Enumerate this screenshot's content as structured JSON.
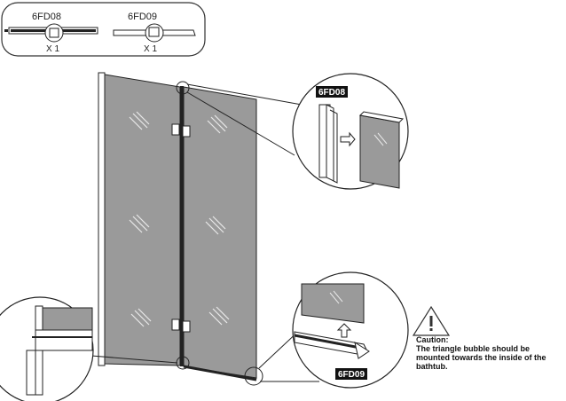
{
  "parts": [
    {
      "code": "6FD08",
      "qty": "X 1"
    },
    {
      "code": "6FD09",
      "qty": "X 1"
    }
  ],
  "callouts": {
    "top_right": "6FD08",
    "bottom_right": "6FD09"
  },
  "caution": {
    "title": "Caution:",
    "text": "The triangle bubble should be mounted towards the inside of the bathtub."
  },
  "colors": {
    "glass": "#9a9a9a",
    "frame": "#1a1a1a",
    "tag_bg": "#111111"
  }
}
